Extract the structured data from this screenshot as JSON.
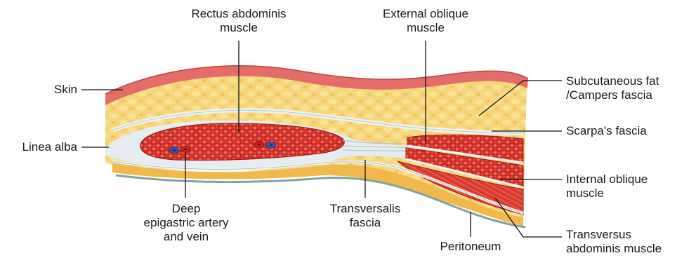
{
  "labels": {
    "rectus": [
      "Rectus abdominis",
      "muscle"
    ],
    "external_oblique": [
      "External oblique",
      "muscle"
    ],
    "skin": "Skin",
    "subcutaneous": [
      "Subcutaneous fat",
      "/Campers fascia"
    ],
    "scarpa": "Scarpa's fascia",
    "linea_alba": "Linea alba",
    "internal_oblique": [
      "Internal oblique",
      "muscle"
    ],
    "deep_epigastric": [
      "Deep",
      "epigastric artery",
      "and vein"
    ],
    "transversalis": [
      "Transversalis",
      "fascia"
    ],
    "peritoneum": "Peritoneum",
    "transversus": [
      "Transversus",
      "abdominis muscle"
    ]
  },
  "colors": {
    "skin": "#e46d6a",
    "fat": "#f4cf72",
    "fascia": "#e8eef0",
    "muscle": "#d9322a",
    "artery": "#c8201c",
    "vein": "#3a4fb0",
    "peritoneum": "#7fa3a6"
  }
}
